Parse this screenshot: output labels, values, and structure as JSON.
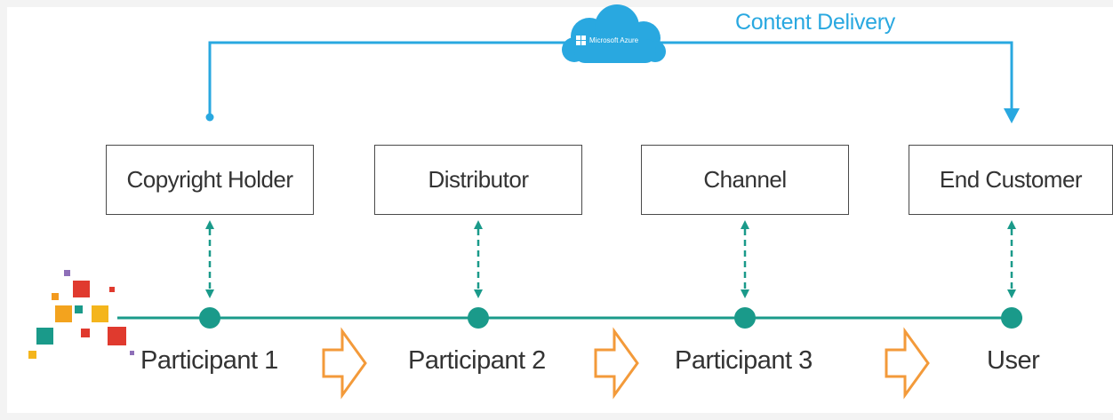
{
  "cloud": {
    "service_label": "Microsoft Azure"
  },
  "content_delivery": {
    "label": "Content Delivery"
  },
  "roles": [
    {
      "label": "Copyright Holder"
    },
    {
      "label": "Distributor"
    },
    {
      "label": "Channel"
    },
    {
      "label": "End Customer"
    }
  ],
  "participants": [
    {
      "label": "Participant 1"
    },
    {
      "label": "Participant 2"
    },
    {
      "label": "Participant 3"
    },
    {
      "label": "User"
    }
  ],
  "colors": {
    "delivery_line": "#29a8e0",
    "chain_line": "#1a9a8a",
    "arrow_outline": "#f39a3a",
    "box_border": "#4a4a4a",
    "text": "#333333"
  },
  "icons": [
    "blockchain-logo-icon",
    "cloud-icon",
    "windows-logo-icon",
    "hollow-right-arrow-icon"
  ]
}
